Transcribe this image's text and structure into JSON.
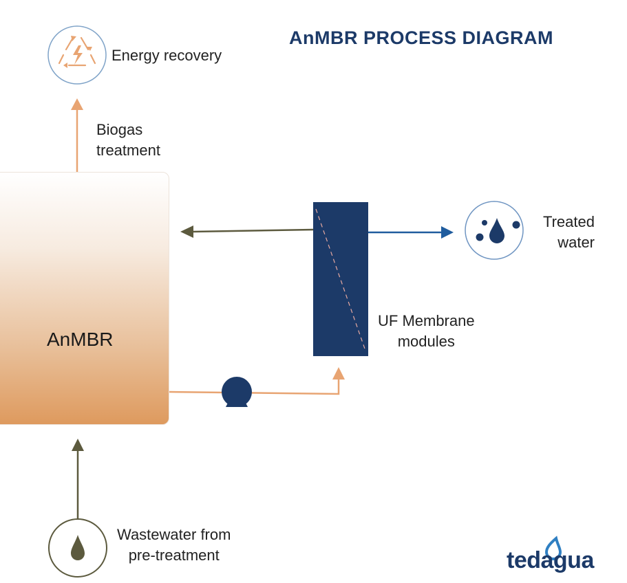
{
  "title": "AnMBR PROCESS DIAGRAM",
  "energy_label": "Energy recovery",
  "biogas_label": [
    "Biogas",
    "treatment"
  ],
  "treated_label": [
    "Treated",
    "water"
  ],
  "membrane_label": [
    "UF Membrane",
    "modules"
  ],
  "tank_label": "AnMBR",
  "wastewater_label": [
    "Wastewater from",
    "pre-treatment"
  ],
  "logo_text": "tedagua",
  "colors": {
    "navy": "#1c3a68",
    "orange": "#e8a472",
    "olive": "#5c5a3e",
    "blue_flow": "#1f5c9e"
  },
  "icons": [
    "recycle-energy-icon",
    "water-drops-icon",
    "water-drop-icon",
    "pump-icon"
  ]
}
